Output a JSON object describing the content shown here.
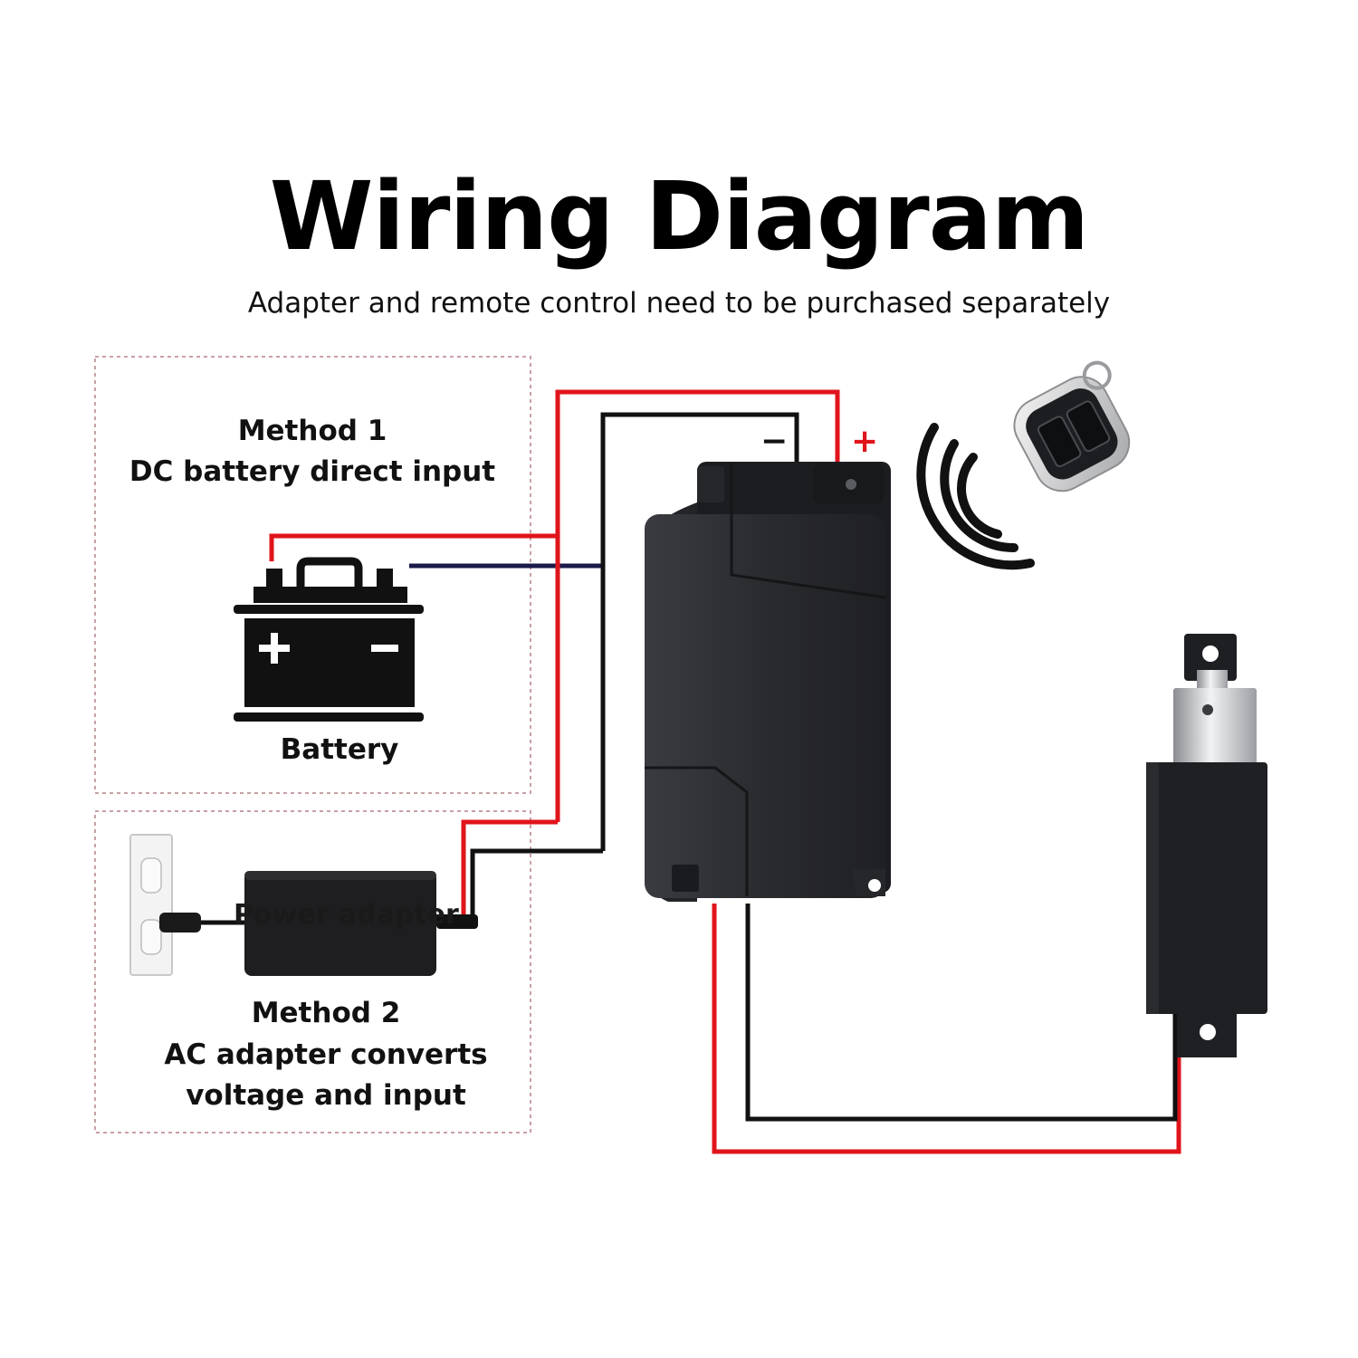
{
  "title": "Wiring Diagram",
  "subtitle": "Adapter and remote control need to be purchased separately",
  "method1": {
    "heading": "Method 1",
    "description": "DC battery direct input",
    "battery_label": "Battery"
  },
  "method2": {
    "heading": "Method 2",
    "description_line1": "AC adapter converts",
    "description_line2": "voltage and input",
    "adapter_label": "Power adapter"
  },
  "controller": {
    "negative_sign": "−",
    "positive_sign": "+"
  },
  "colors": {
    "positive_wire": "#e0141b",
    "negative_wire": "#111111",
    "box_border": "#c9a0a4",
    "device": "#2b2c30"
  },
  "icons": [
    "battery-icon",
    "wall-outlet-icon",
    "power-adapter-icon",
    "controller-box-icon",
    "remote-control-icon",
    "signal-wave-icon",
    "linear-actuator-icon"
  ]
}
